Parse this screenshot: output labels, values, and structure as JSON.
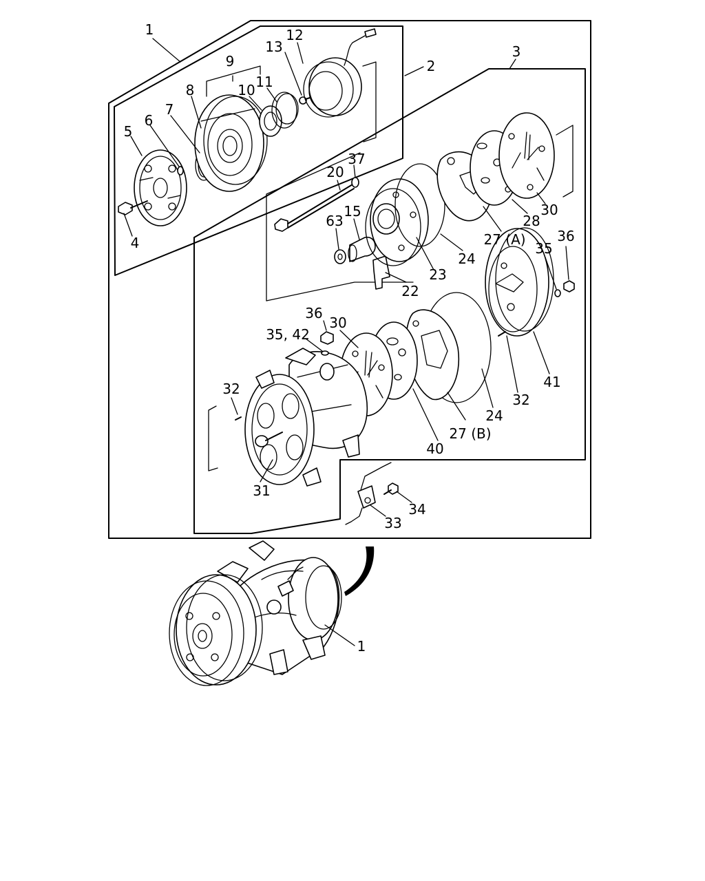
{
  "diagram": {
    "callouts": [
      {
        "id": "c1a",
        "text": "1"
      },
      {
        "id": "c2",
        "text": "2"
      },
      {
        "id": "c3",
        "text": "3"
      },
      {
        "id": "c4",
        "text": "4"
      },
      {
        "id": "c5",
        "text": "5"
      },
      {
        "id": "c6",
        "text": "6"
      },
      {
        "id": "c7",
        "text": "7"
      },
      {
        "id": "c8",
        "text": "8"
      },
      {
        "id": "c9",
        "text": "9"
      },
      {
        "id": "c10",
        "text": "10"
      },
      {
        "id": "c11",
        "text": "11"
      },
      {
        "id": "c12",
        "text": "12"
      },
      {
        "id": "c13",
        "text": "13"
      },
      {
        "id": "c20",
        "text": "20"
      },
      {
        "id": "c37",
        "text": "37"
      },
      {
        "id": "c63",
        "text": "63"
      },
      {
        "id": "c15",
        "text": "15"
      },
      {
        "id": "c22",
        "text": "22"
      },
      {
        "id": "c23",
        "text": "23"
      },
      {
        "id": "c24a",
        "text": "24"
      },
      {
        "id": "c27a",
        "text": "27 (A)"
      },
      {
        "id": "c28",
        "text": "28"
      },
      {
        "id": "c30a",
        "text": "30"
      },
      {
        "id": "c35a",
        "text": "35"
      },
      {
        "id": "c36a",
        "text": "36"
      },
      {
        "id": "c41",
        "text": "41"
      },
      {
        "id": "c32b",
        "text": "32"
      },
      {
        "id": "c24b",
        "text": "24"
      },
      {
        "id": "c27b",
        "text": "27 (B)"
      },
      {
        "id": "c40",
        "text": "40"
      },
      {
        "id": "c36b",
        "text": "36"
      },
      {
        "id": "c3542",
        "text": "35, 42"
      },
      {
        "id": "c30b",
        "text": "30"
      },
      {
        "id": "c32a",
        "text": "32"
      },
      {
        "id": "c31",
        "text": "31"
      },
      {
        "id": "c34",
        "text": "34"
      },
      {
        "id": "c33",
        "text": "33"
      },
      {
        "id": "c1b",
        "text": "1"
      }
    ]
  }
}
